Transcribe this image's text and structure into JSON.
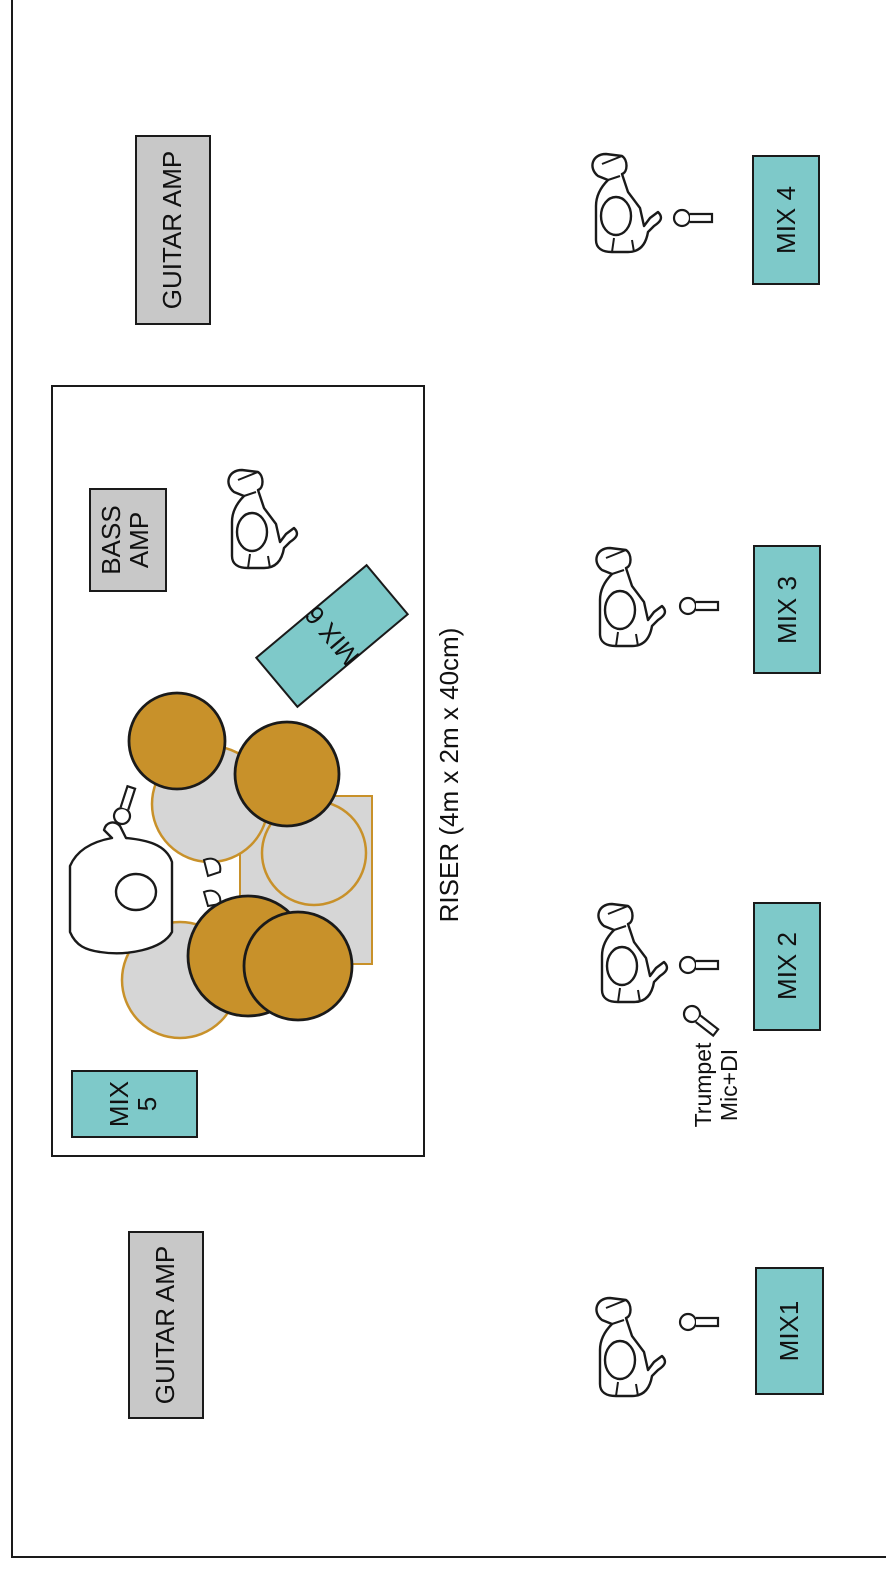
{
  "stage_plot": {
    "guitar_amp_top": "GUITAR AMP",
    "guitar_amp_bottom": "GUITAR AMP",
    "bass_amp": [
      "BASS",
      "AMP"
    ],
    "riser_label": "RISER (4m x 2m x 40cm)",
    "trumpet_label": [
      "Trumpet",
      "Mic+DI"
    ],
    "monitors": {
      "mix1": "MIX1",
      "mix2": "MIX 2",
      "mix3": "MIX 3",
      "mix4": "MIX 4",
      "mix5": [
        "MIX",
        "5"
      ],
      "mix6": "MIX 6"
    }
  },
  "colors": {
    "monitor_fill": "#7ec9c9",
    "amp_fill": "#c8c8c8",
    "cymbal_fill": "#c8912a",
    "drum_fill": "#d6d6d6",
    "drum_rim": "#c8912a",
    "outline": "#1a1a1a"
  },
  "icons": [
    "musician-icon",
    "microphone-icon",
    "drum-kit-icon",
    "monitor-wedge-icon",
    "amplifier-icon"
  ]
}
